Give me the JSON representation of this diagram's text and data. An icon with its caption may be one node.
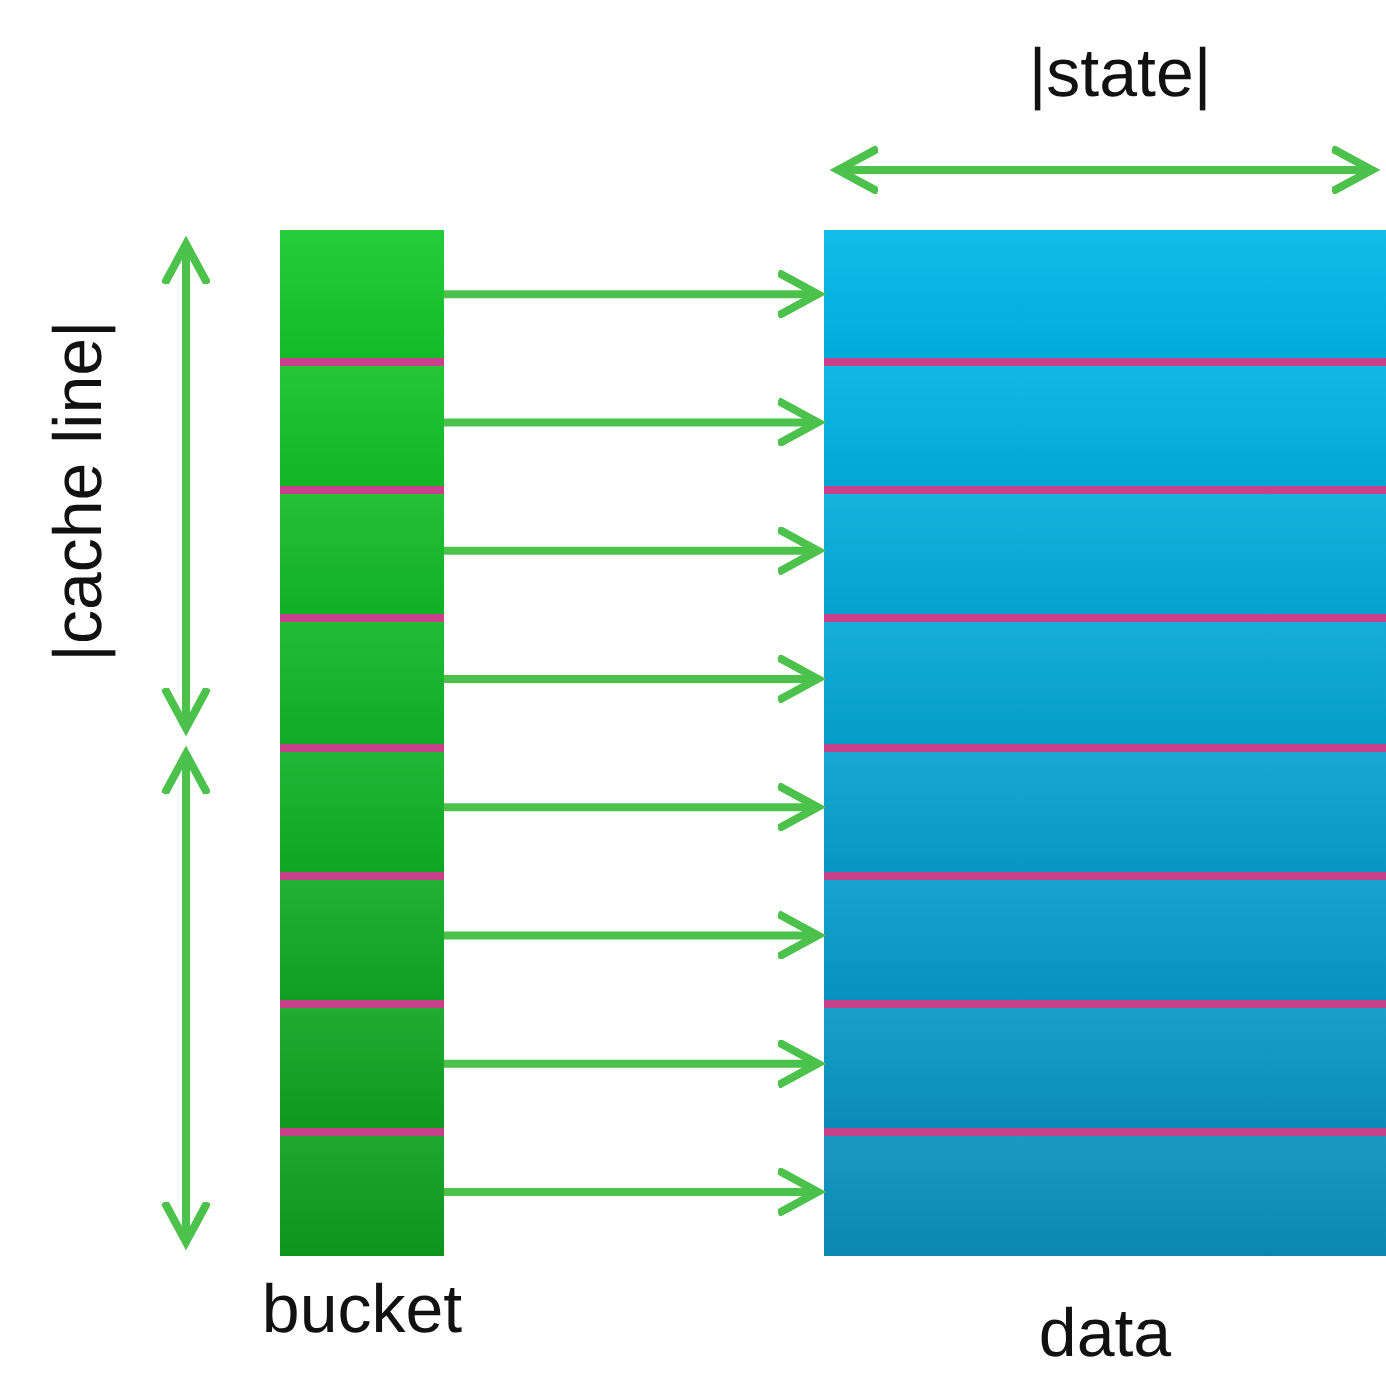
{
  "diagram": {
    "nodes": [
      {
        "text": [
          "bucket"
        ]
      },
      {
        "text": [],
        "shape": "box",
        "in": 0
      },
      {
        "text": [],
        "shape": "box",
        "in": 0
      },
      {
        "text": [],
        "shape": "box",
        "in": 0
      },
      {
        "text": [],
        "shape": "box",
        "in": 0
      },
      {
        "text": [],
        "shape": "box",
        "in": 0
      },
      {
        "text": [],
        "shape": "box",
        "in": 0
      },
      {
        "text": [],
        "shape": "box",
        "in": 0
      },
      {
        "text": [],
        "shape": "box",
        "in": 0
      },
      {
        "text": [
          "data"
        ]
      },
      {
        "text": [],
        "shape": "box",
        "in": 9
      },
      {
        "text": [],
        "shape": "box",
        "in": 9
      },
      {
        "text": [],
        "shape": "box",
        "in": 9
      },
      {
        "text": [],
        "shape": "box",
        "in": 9
      },
      {
        "text": [],
        "shape": "box",
        "in": 9
      },
      {
        "text": [],
        "shape": "box",
        "in": 9
      },
      {
        "text": [],
        "shape": "box",
        "in": 9
      },
      {
        "text": [],
        "shape": "box",
        "in": 9
      }
    ],
    "edges": [
      {
        "from": 1,
        "to": 10,
        "arrow": "to"
      },
      {
        "from": 2,
        "to": 11,
        "arrow": "to"
      },
      {
        "from": 3,
        "to": 12,
        "arrow": "to"
      },
      {
        "from": 4,
        "to": 13,
        "arrow": "to"
      },
      {
        "from": 5,
        "to": 14,
        "arrow": "to"
      },
      {
        "from": 6,
        "to": 15,
        "arrow": "to"
      },
      {
        "from": 7,
        "to": 16,
        "arrow": "to"
      },
      {
        "from": 8,
        "to": 17,
        "arrow": "to"
      }
    ],
    "labels": [
      "|state|",
      "|cache line|"
    ]
  }
}
